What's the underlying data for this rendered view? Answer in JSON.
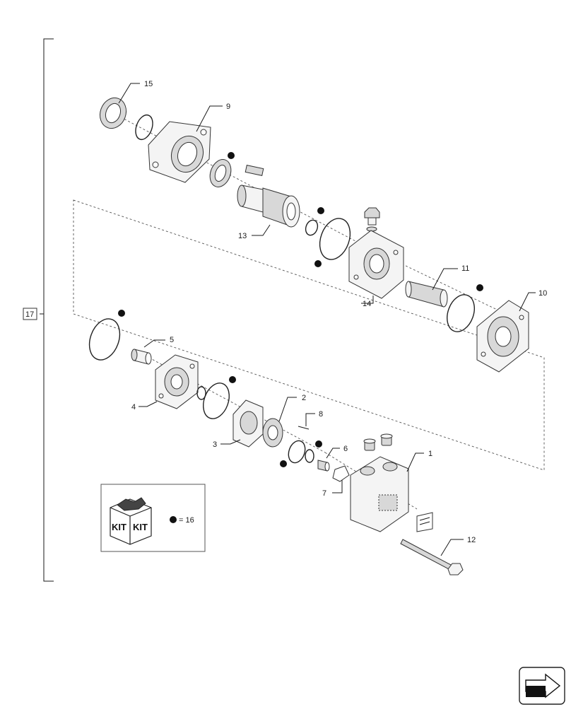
{
  "assembly_ref": "17",
  "legend": {
    "kit_word": "KIT",
    "equals_text": "= 16"
  },
  "callouts": {
    "c1": "1",
    "c2": "2",
    "c3": "3",
    "c4": "4",
    "c5": "5",
    "c6": "6",
    "c7": "7",
    "c8": "8",
    "c9": "9",
    "c10": "10",
    "c11": "11",
    "c12": "12",
    "c13": "13",
    "c14": "14",
    "c15": "15"
  },
  "icons": {
    "kit_marker": "black-dot",
    "next_page": "arrow-next-icon"
  }
}
